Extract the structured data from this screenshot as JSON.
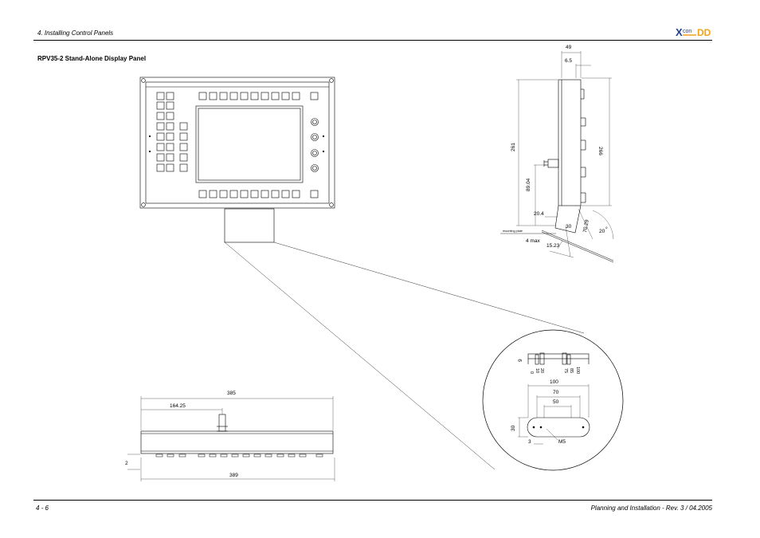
{
  "header": {
    "chapter": "4. Installing Control Panels",
    "logo": {
      "text_x": "X",
      "text_con": "con",
      "text_dd": "DD",
      "colors": {
        "blue": "#1f3f9a",
        "orange": "#f2a21b"
      }
    }
  },
  "section_title": "RPV35-2 Stand-Alone Display Panel",
  "side_view": {
    "dims": {
      "top_width": "49",
      "top_offset": "6.5",
      "height_left": "261",
      "height_right": "266",
      "lower_height": "89.04",
      "base_width": "20.4",
      "tilt_offset": "30",
      "angle_len": "70.29",
      "angle": "20",
      "angle_unit": "o",
      "max_thickness": "4 max",
      "base_offset": "15.23"
    },
    "mounting_label": "mounting plate"
  },
  "bottom_view": {
    "dims": {
      "overall_top": "385",
      "center_offset": "164.25",
      "overall_bottom": "389",
      "height": "2"
    }
  },
  "detail": {
    "dims": {
      "top_height": "9",
      "scale_ticks": [
        "0",
        "10",
        "20",
        "75",
        "85",
        "100"
      ],
      "slot_outer": "100",
      "slot_mid": "70",
      "slot_inner": "50",
      "slot_height": "30",
      "hole_offset": "3",
      "thread": "M5"
    }
  },
  "footer": {
    "page_number": "4 - 6",
    "revision": "Planning and Installation - Rev. 3 / 04.2005"
  }
}
